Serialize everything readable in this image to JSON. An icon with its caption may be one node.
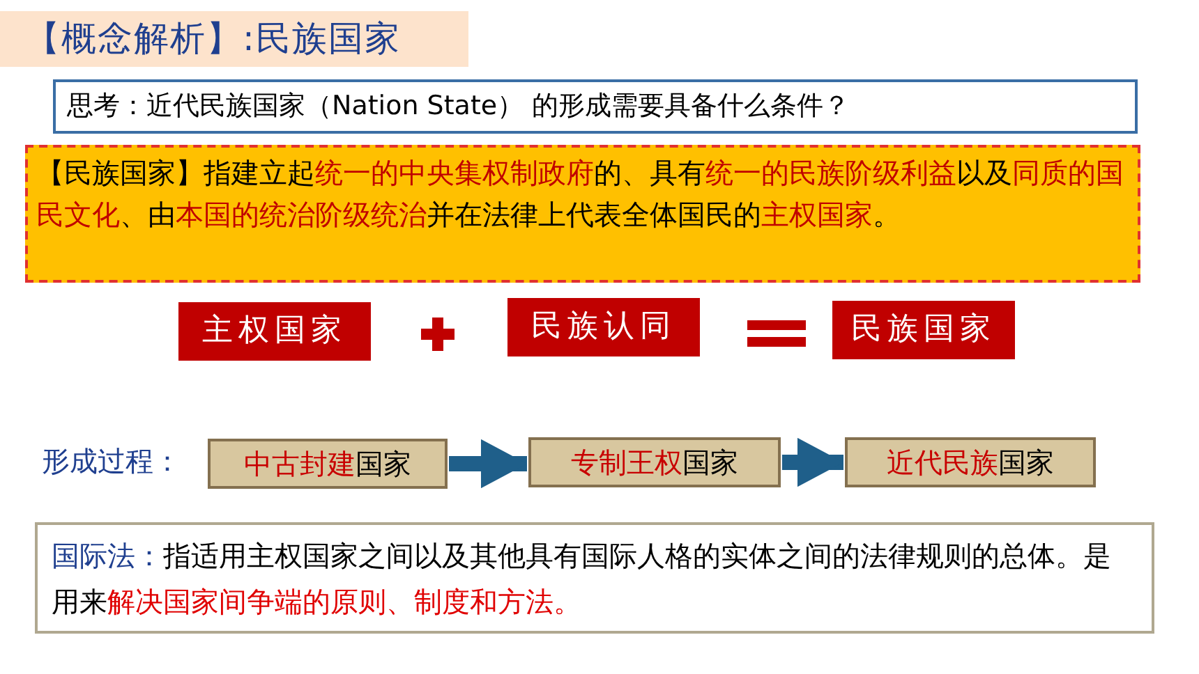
{
  "diagram": {
    "title": "【概念解析】:民族国家",
    "nodes": [
      {
        "text": [
          "思考：近代民族国家（Nation State） 的形成需要具备什么条件？"
        ]
      },
      {
        "text": [
          "【民族国家】指建立起**统一的中央集权制政府**的、具有**统一的民族阶级利益**以及**同质的国民文化**、由**本国的统治阶级统治**并在法律上代表全体国民的**主权国家**。"
        ]
      },
      {
        "text": [
          "主权国家"
        ]
      },
      {
        "text": [
          "民族认同"
        ]
      },
      {
        "text": [
          "民族国家"
        ]
      },
      {
        "text": [
          "**中古封建**国家"
        ]
      },
      {
        "text": [
          "**专制王权**国家"
        ]
      },
      {
        "text": [
          "**近代民族**国家"
        ]
      },
      {
        "text": [
          "国际法：",
          "指适用主权国家之间以及其他具有国际人格的实体之间的法律规则的总体。是用来**解决国家间争端的原则、制度和方法。**"
        ]
      }
    ],
    "edges": [
      {
        "from": 5,
        "to": 6,
        "arrow": "to"
      },
      {
        "from": 6,
        "to": 7,
        "arrow": "to"
      }
    ],
    "labels": [
      "形成过程："
    ]
  }
}
